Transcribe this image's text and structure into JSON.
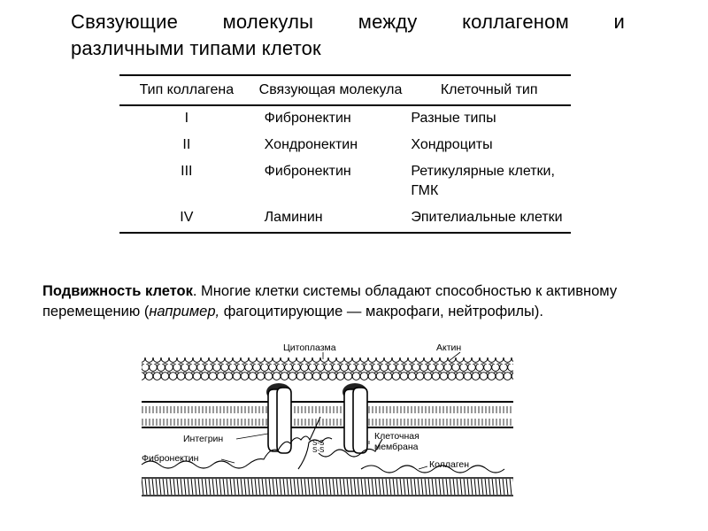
{
  "title": {
    "line1": "Связующие молекулы между коллагеном и",
    "line2": "различными типами клеток"
  },
  "table": {
    "headers": [
      "Тип коллагена",
      "Связующая молекула",
      "Клеточный тип"
    ],
    "rows": [
      {
        "type": "I",
        "molecule": "Фибронектин",
        "cell": "Разные типы"
      },
      {
        "type": "II",
        "molecule": "Хондронектин",
        "cell": "Хондроциты"
      },
      {
        "type": "III",
        "molecule": "Фибронектин",
        "cell": "Ретикулярные клетки, ГМК"
      },
      {
        "type": "IV",
        "molecule": "Ламинин",
        "cell": "Эпителиальные клетки"
      }
    ]
  },
  "paragraph": {
    "bold": "Подвижность клеток",
    "text1": ". Многие клетки системы обладают способностью к активному перемещению (",
    "italic": "например,",
    "text2": " фагоцитирующие — макрофаги, нейтрофилы)."
  },
  "figure": {
    "labels": {
      "cytoplasm": "Цитоплазма",
      "actin": "Актин",
      "integrin": "Интегрин",
      "membrane_line1": "Клеточная",
      "membrane_line2": "мембрана",
      "fibronectin": "Фибронектин",
      "collagen": "Коллаген",
      "ss1": "S-S",
      "ss2": "S-S"
    }
  }
}
